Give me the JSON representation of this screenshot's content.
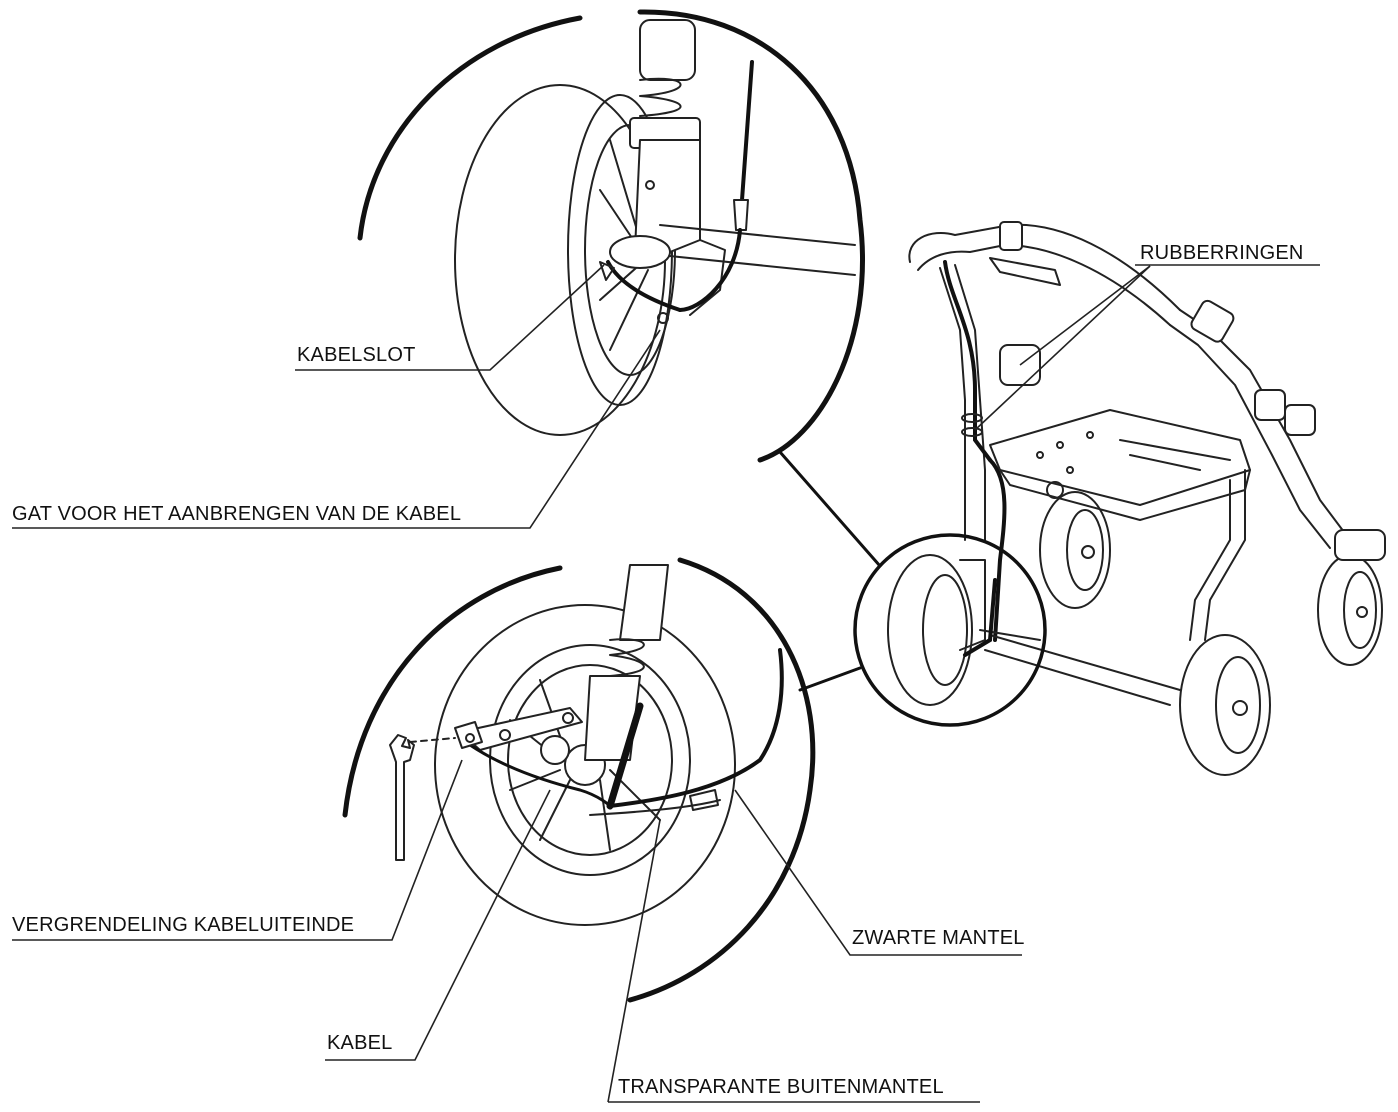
{
  "labels": {
    "rubberringen": "RUBBERRINGEN",
    "kabelslot": "KABELSLOT",
    "gat_voor_kabel": "GAT VOOR HET AANBRENGEN VAN DE KABEL",
    "vergrendeling_kabeluiteinde": "VERGRENDELING KABELUITEINDE",
    "kabel": "KABEL",
    "zwarte_mantel": "ZWARTE MANTEL",
    "transparante_buitenmantel": "TRANSPARANTE BUITENMANTEL"
  }
}
